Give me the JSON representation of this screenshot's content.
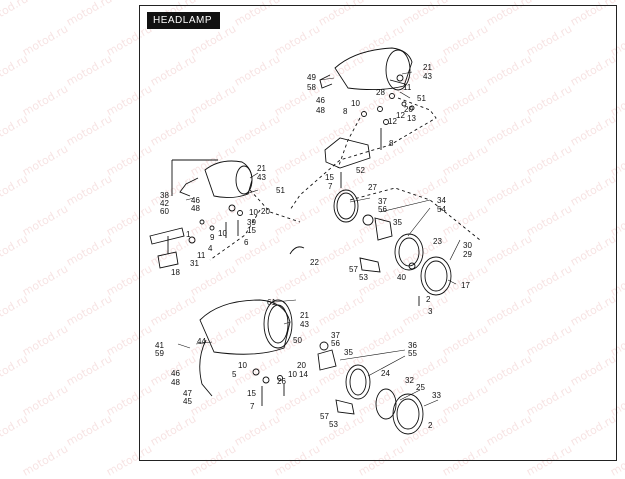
{
  "title": "HEADLAMP",
  "watermark_text": "motod.ru",
  "colors": {
    "ink": "#111111",
    "paper": "#ffffff",
    "watermark": "#be2828"
  },
  "callouts": {
    "c49": "49",
    "c58": "58",
    "c46a": "46",
    "c48a": "48",
    "c10a": "10",
    "c8a": "8",
    "c21a": "21",
    "c43a": "43",
    "c11a": "11",
    "c51a": "51",
    "c28": "28",
    "c20a": "20",
    "c12a": "12",
    "c13": "13",
    "c12b": "12",
    "c8b": "8",
    "c52": "52",
    "c15a": "15",
    "c7a": "7",
    "c27": "27",
    "c21b": "21",
    "c43b": "43",
    "c51b": "51",
    "c38": "38",
    "c42": "42",
    "c60": "60",
    "c46b": "46",
    "c48b": "48",
    "c10b": "10",
    "c20b": "20",
    "c9": "9",
    "c39": "39",
    "c15b": "15",
    "c10c": "10",
    "c6": "6",
    "c1": "1",
    "c4": "4",
    "c11b": "11",
    "c31": "31",
    "c18": "18",
    "c37a": "37",
    "c56a": "56",
    "c35a": "35",
    "c34": "34",
    "c54": "54",
    "c23": "23",
    "c30": "30",
    "c29": "29",
    "c22": "22",
    "c57a": "57",
    "c53a": "53",
    "c40": "40",
    "c17": "17",
    "c2a": "2",
    "c3": "3",
    "c61": "61",
    "c21c": "21",
    "c43c": "43",
    "c50": "50",
    "c41": "41",
    "c59": "59",
    "c44": "44",
    "c37b": "37",
    "c56b": "56",
    "c35b": "35",
    "c36": "36",
    "c55": "55",
    "c46c": "46",
    "c48c": "48",
    "c10d": "10",
    "c5": "5",
    "c20c": "20",
    "c10e": "10",
    "c26": "26",
    "c14": "14",
    "c47": "47",
    "c45": "45",
    "c15c": "15",
    "c7b": "7",
    "c24": "24",
    "c32": "32",
    "c25": "25",
    "c33": "33",
    "c57b": "57",
    "c53b": "53",
    "c2b": "2"
  }
}
